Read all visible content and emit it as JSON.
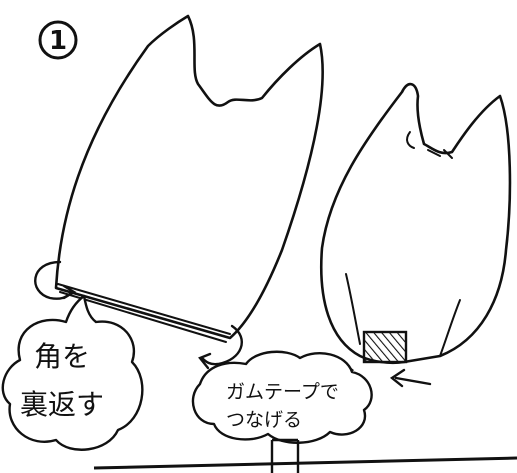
{
  "step": {
    "number": "①"
  },
  "bubbles": {
    "corner": {
      "line1": "角を",
      "line2": "裏返す"
    },
    "tape": {
      "line1": "ガムテープで",
      "line2": "つなげる"
    }
  },
  "colors": {
    "ink": "#111111",
    "paper": "#ffffff"
  }
}
